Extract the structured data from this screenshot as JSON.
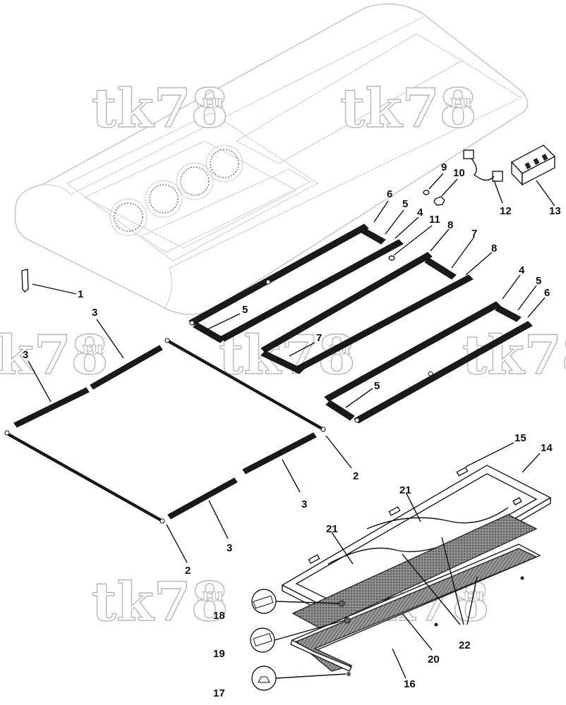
{
  "watermark": {
    "main": "tk78",
    "sup": ".ru"
  },
  "callouts": {
    "c1": "1",
    "c2": "2",
    "c3": "3",
    "c4": "4",
    "c5": "5",
    "c6": "6",
    "c7": "7",
    "c8": "8",
    "c9": "9",
    "c10": "10",
    "c11": "11",
    "c12": "12",
    "c13": "13",
    "c14": "14",
    "c15": "15",
    "c16": "16",
    "c17": "17",
    "c18": "18",
    "c19": "19",
    "c20": "20",
    "c21": "21",
    "c22": "22"
  }
}
